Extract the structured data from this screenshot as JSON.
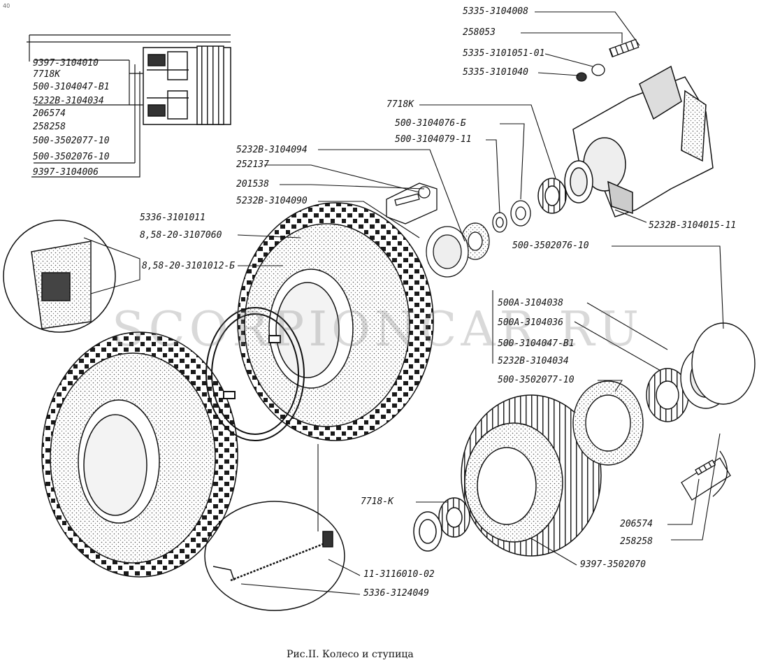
{
  "corner_mark": "40",
  "watermark": "SCORPIONCAR.RU",
  "caption": "Рис.II. Колесо и ступица",
  "labels": {
    "l01": "9397-3104010",
    "l02": "7718K",
    "l03": "500-3104047-B1",
    "l04": "5232B-3104034",
    "l05": "206574",
    "l06": "258258",
    "l07": "500-3502077-10",
    "l08": "500-3502076-10",
    "l09": "9397-3104006",
    "l10": "5335-3104008",
    "l11": "258053",
    "l12": "5335-3101051-01",
    "l13": "5335-3101040",
    "l14": "7718K",
    "l15": "500-3104076-Б",
    "l16": "500-3104079-11",
    "l17": "5232B-3104094",
    "l18": "252137",
    "l19": "201538",
    "l20": "5232B-3104090",
    "l21": "5336-3101011",
    "l22": "8,58-20-3107060",
    "l23": "8,58-20-3101012-Б",
    "l24": "5232B-3104015-11",
    "l25": "500-3502076-10",
    "l26": "500A-3104038",
    "l27": "500A-3104036",
    "l28": "500-3104047-B1",
    "l29": "5232B-3104034",
    "l30": "500-3502077-10",
    "l31": "7718-K",
    "l32": "206574",
    "l33": "258258",
    "l34": "9397-3502070",
    "l35": "11-3116010-02",
    "l36": "5336-3124049"
  }
}
